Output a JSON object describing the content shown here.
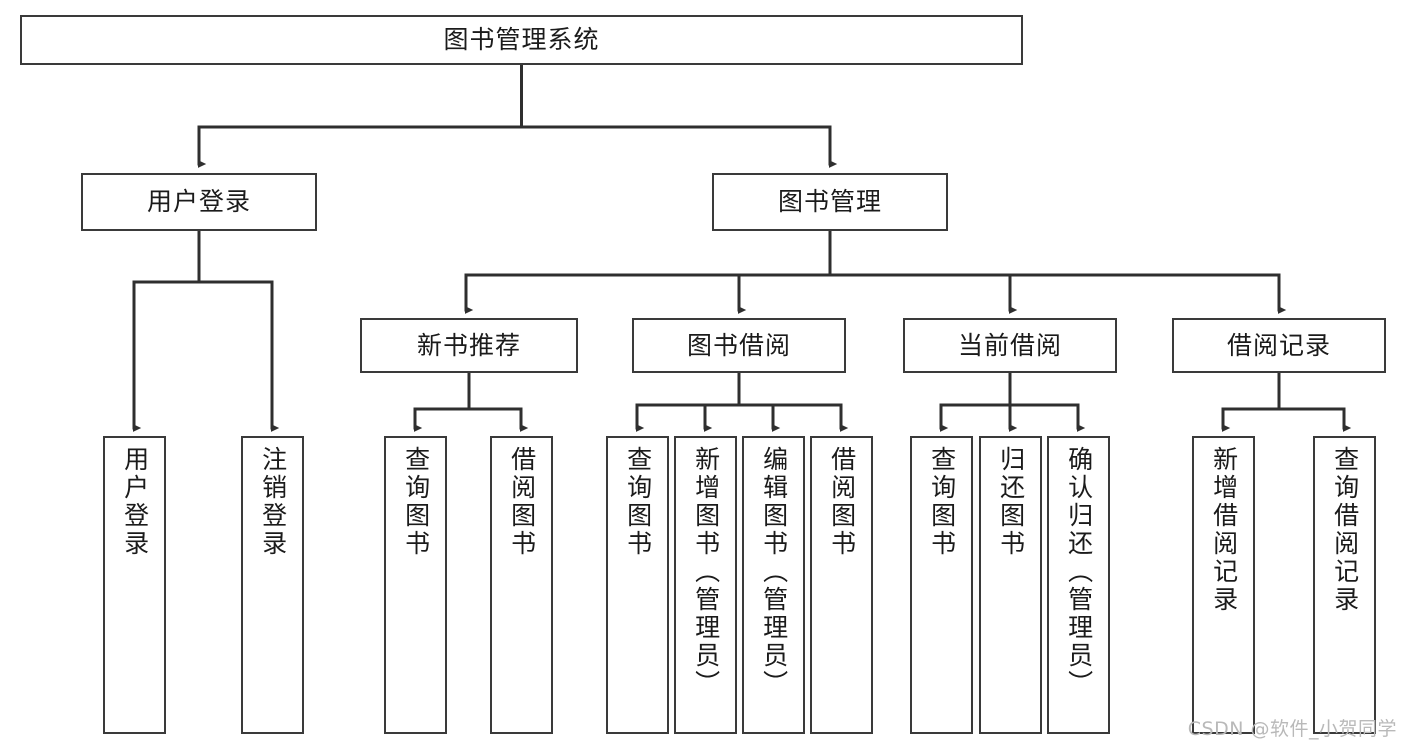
{
  "diagram": {
    "title": "图书管理系统",
    "type": "tree-hierarchy-diagram",
    "watermark": "CSDN @软件_小贺同学",
    "colors": {
      "box_border": "#3a3a3a",
      "box_fill": "#ffffff",
      "connector": "#2f2f2f",
      "text": "#1b1b1b",
      "watermark": "#b9b9b9"
    },
    "nodes": {
      "root": {
        "label": "图书管理系统"
      },
      "level1": [
        {
          "id": "user-login",
          "label": "用户登录"
        },
        {
          "id": "book-manage",
          "label": "图书管理"
        }
      ],
      "level2": [
        {
          "id": "new-book-recommend",
          "label": "新书推荐"
        },
        {
          "id": "book-borrow",
          "label": "图书借阅"
        },
        {
          "id": "current-borrow",
          "label": "当前借阅"
        },
        {
          "id": "borrow-record",
          "label": "借阅记录"
        }
      ],
      "leaves": [
        {
          "id": "leaf-user-login",
          "label": "用户登录"
        },
        {
          "id": "leaf-logout",
          "label": "注销登录"
        },
        {
          "id": "leaf-query-book-1",
          "label": "查询图书"
        },
        {
          "id": "leaf-borrow-book-1",
          "label": "借阅图书"
        },
        {
          "id": "leaf-query-book-2",
          "label": "查询图书"
        },
        {
          "id": "leaf-add-book",
          "label": "新增图书（管理员）"
        },
        {
          "id": "leaf-edit-book",
          "label": "编辑图书（管理员）"
        },
        {
          "id": "leaf-borrow-book-2",
          "label": "借阅图书"
        },
        {
          "id": "leaf-query-book-3",
          "label": "查询图书"
        },
        {
          "id": "leaf-return-book",
          "label": "归还图书"
        },
        {
          "id": "leaf-confirm-return",
          "label": "确认归还（管理员）"
        },
        {
          "id": "leaf-add-record",
          "label": "新增借阅记录"
        },
        {
          "id": "leaf-query-record",
          "label": "查询借阅记录"
        }
      ]
    }
  }
}
